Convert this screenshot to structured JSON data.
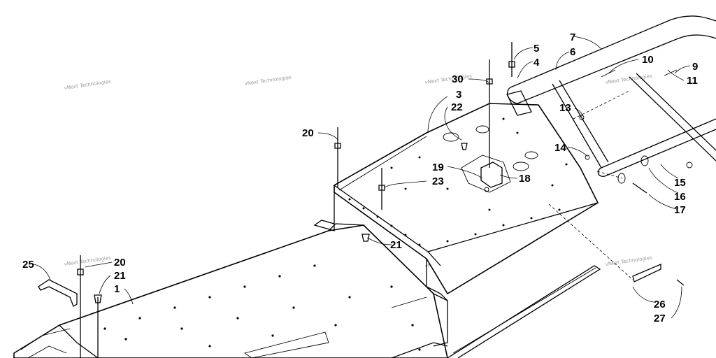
{
  "watermark": {
    "text": "vNext Technologies"
  },
  "callouts": {
    "c1": "1",
    "c3": "3",
    "c4": "4",
    "c5": "5",
    "c6": "6",
    "c7": "7",
    "c9": "9",
    "c10": "10",
    "c11": "11",
    "c13": "13",
    "c14": "14",
    "c15": "15",
    "c16": "16",
    "c17": "17",
    "c18": "18",
    "c19": "19",
    "c20a": "20",
    "c20b": "20",
    "c21a": "21",
    "c21b": "21",
    "c22": "22",
    "c23": "23",
    "c25": "25",
    "c26": "26",
    "c27": "27",
    "c30": "30"
  }
}
